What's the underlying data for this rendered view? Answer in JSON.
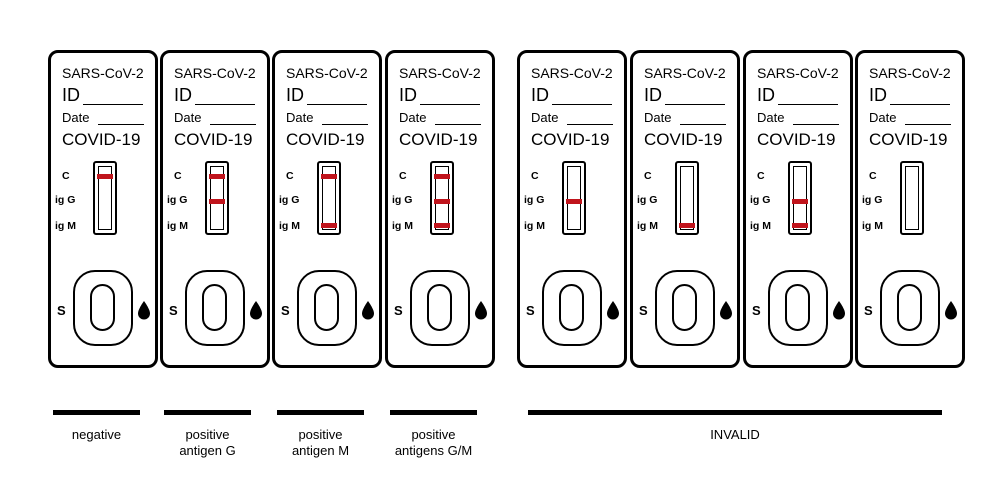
{
  "cassette": {
    "brand": "SARS-CoV-2",
    "id_label": "ID",
    "date_label": "Date",
    "test_name": "COVID-19",
    "marker_c": "C",
    "marker_g": "ig G",
    "marker_m": "ig M",
    "sample_label": "S"
  },
  "colors": {
    "band": "#c0141c",
    "outline": "#000000"
  },
  "cassettes": [
    {
      "bands": {
        "c": true,
        "g": false,
        "m": false
      }
    },
    {
      "bands": {
        "c": true,
        "g": true,
        "m": false
      }
    },
    {
      "bands": {
        "c": true,
        "g": false,
        "m": true
      }
    },
    {
      "bands": {
        "c": true,
        "g": true,
        "m": true
      }
    },
    {
      "bands": {
        "c": false,
        "g": true,
        "m": false
      }
    },
    {
      "bands": {
        "c": false,
        "g": false,
        "m": true
      }
    },
    {
      "bands": {
        "c": false,
        "g": true,
        "m": true
      }
    },
    {
      "bands": {
        "c": false,
        "g": false,
        "m": false
      }
    }
  ],
  "results": {
    "negative": "negative",
    "positive_g": "positive\nantigen G",
    "positive_m": "positive\nantigen M",
    "positive_gm": "positive\nantigens G/M",
    "invalid": "INVALID"
  }
}
